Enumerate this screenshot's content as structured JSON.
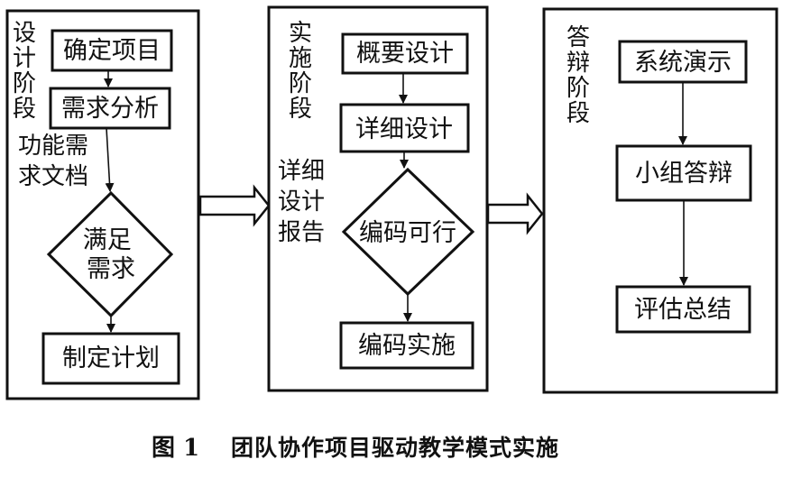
{
  "stages": {
    "design": {
      "label": [
        "设",
        "计",
        "阶",
        "段"
      ],
      "nodes": {
        "define_project": "确定项目",
        "requirement_analysis": "需求分析",
        "meet_requirement": [
          "满足",
          "需求"
        ],
        "make_plan": "制定计划"
      },
      "doc_note": [
        "功能需",
        "求文档"
      ]
    },
    "implementation": {
      "label": [
        "实",
        "施",
        "阶",
        "段"
      ],
      "nodes": {
        "outline_design": "概要设计",
        "detailed_design": "详细设计",
        "coding_feasible": "编码可行",
        "coding_implementation": "编码实施"
      },
      "doc_note": [
        "详细",
        "设计",
        "报告"
      ]
    },
    "defense": {
      "label": [
        "答",
        "辩",
        "阶",
        "段"
      ],
      "nodes": {
        "system_demo": "系统演示",
        "group_defense": "小组答辩",
        "evaluation_summary": "评估总结"
      }
    }
  },
  "caption": {
    "number": "图 1",
    "text": "团队协作项目驱动教学模式实施"
  }
}
